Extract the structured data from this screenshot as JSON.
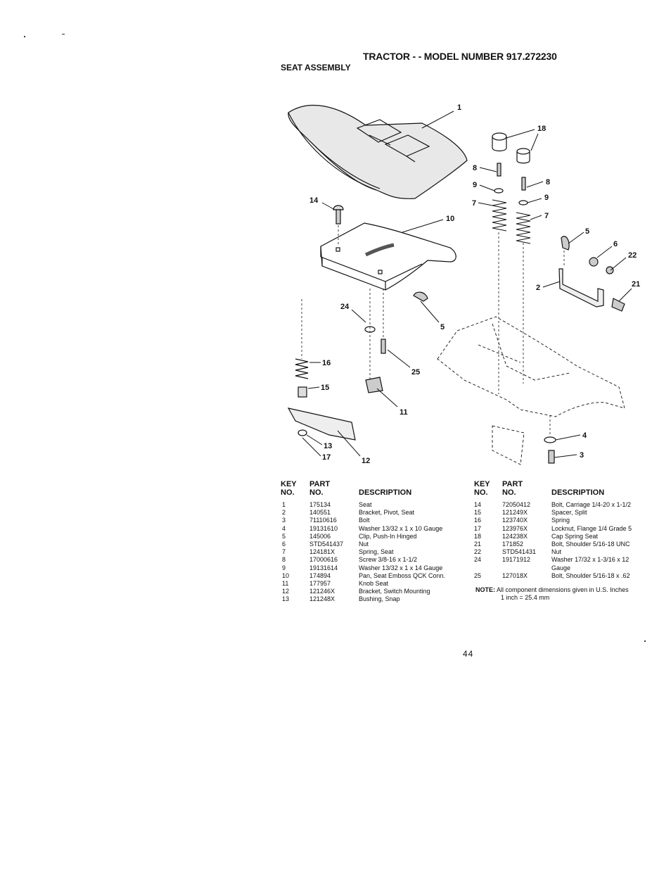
{
  "title": "TRACTOR - - MODEL NUMBER 917.272230",
  "subtitle": "SEAT ASSEMBLY",
  "callouts": [
    "1",
    "18",
    "8",
    "9",
    "7",
    "8",
    "9",
    "7",
    "14",
    "10",
    "5",
    "6",
    "22",
    "2",
    "21",
    "24",
    "5",
    "16",
    "25",
    "15",
    "11",
    "13",
    "17",
    "12",
    "4",
    "3"
  ],
  "headers": {
    "key1": "KEY",
    "key2": "NO.",
    "part1": "PART",
    "part2": "NO.",
    "desc": "DESCRIPTION"
  },
  "left_rows": [
    {
      "key": "1",
      "part": "175134",
      "desc": "Seat"
    },
    {
      "key": "2",
      "part": "140551",
      "desc": "Bracket, Pivot, Seat"
    },
    {
      "key": "3",
      "part": "71110616",
      "desc": "Bolt"
    },
    {
      "key": "4",
      "part": "19131610",
      "desc": "Washer  13/32 x 1 x 10 Gauge"
    },
    {
      "key": "5",
      "part": "145006",
      "desc": "Clip, Push-In  Hinged"
    },
    {
      "key": "6",
      "part": "STD541437",
      "desc": "Nut"
    },
    {
      "key": "7",
      "part": "124181X",
      "desc": "Spring, Seat"
    },
    {
      "key": "8",
      "part": "17000616",
      "desc": "Screw 3/8-16 x 1-1/2"
    },
    {
      "key": "9",
      "part": "19131614",
      "desc": "Washer  13/32 x 1 x 14 Gauge"
    },
    {
      "key": "10",
      "part": "174894",
      "desc": "Pan, Seat Emboss QCK Conn."
    },
    {
      "key": "11",
      "part": "177957",
      "desc": "Knob Seat"
    },
    {
      "key": "12",
      "part": "121246X",
      "desc": "Bracket, Switch Mounting"
    },
    {
      "key": "13",
      "part": "121248X",
      "desc": "Bushing, Snap"
    }
  ],
  "right_rows": [
    {
      "key": "14",
      "part": "72050412",
      "desc": "Bolt, Carriage  1/4-20 x 1-1/2"
    },
    {
      "key": "15",
      "part": "121249X",
      "desc": "Spacer, Split"
    },
    {
      "key": "16",
      "part": "123740X",
      "desc": "Spring"
    },
    {
      "key": "17",
      "part": "123976X",
      "desc": "Locknut, Flange  1/4 Grade 5"
    },
    {
      "key": "18",
      "part": "124238X",
      "desc": "Cap Spring Seat"
    },
    {
      "key": "21",
      "part": "171852",
      "desc": "Bolt, Shoulder 5/16-18 UNC"
    },
    {
      "key": "22",
      "part": "STD541431",
      "desc": "Nut"
    },
    {
      "key": "24",
      "part": "19171912",
      "desc": "Washer  17/32 x 1-3/16 x 12"
    },
    {
      "key": "",
      "part": "",
      "desc": "Gauge"
    },
    {
      "key": "25",
      "part": "127018X",
      "desc": "Bolt, Shoulder  5/16-18 x .62"
    }
  ],
  "note_label": "NOTE:",
  "note_line1": "All component dimensions given in U.S. Inches",
  "note_line2": "1 inch = 25.4 mm",
  "page_number": "44"
}
